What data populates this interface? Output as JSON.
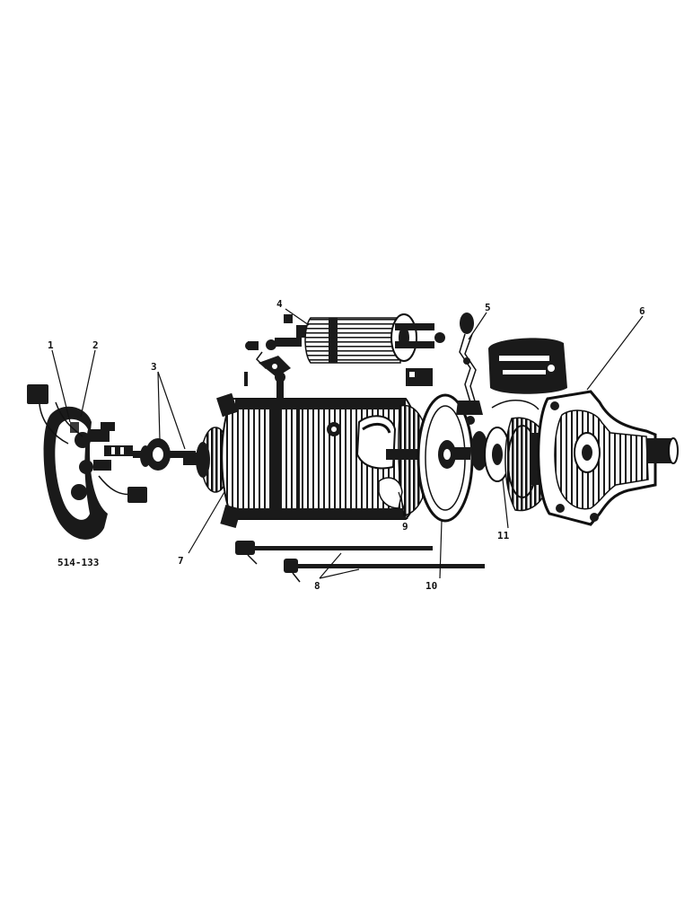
{
  "figure_id": "514-133",
  "callouts": [
    "1",
    "2",
    "3",
    "4",
    "5",
    "6",
    "7",
    "8",
    "9",
    "10",
    "11"
  ],
  "colors": {
    "ink": "#1a1a1a",
    "paper": "#ffffff"
  }
}
